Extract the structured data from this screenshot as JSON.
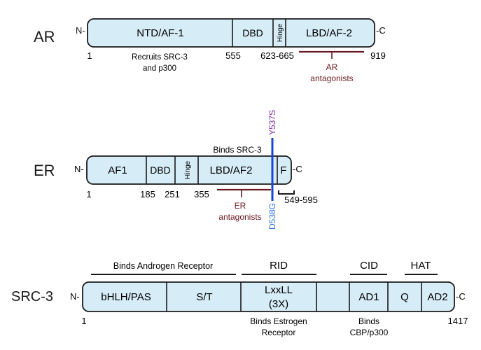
{
  "ar": {
    "name": "AR",
    "n_term": "N-",
    "c_term": "-C",
    "domains": [
      "NTD/AF-1",
      "DBD",
      "Hinge",
      "LBD/AF-2"
    ],
    "positions": [
      "1",
      "555",
      "623-665",
      "919"
    ],
    "note": [
      "Recruits SRC-3",
      "and p300"
    ],
    "antagonists": [
      "AR",
      "antagonists"
    ]
  },
  "er": {
    "name": "ER",
    "n_term": "N-",
    "c_term": "-C",
    "domains": [
      "AF1",
      "DBD",
      "Hinge",
      "LBD/AF2",
      "F"
    ],
    "positions": [
      "1",
      "185",
      "251",
      "355",
      "549-595"
    ],
    "binds_src3": "Binds SRC-3",
    "mutation_top": "Y537S",
    "mutation_bottom": "D538G",
    "antagonists": [
      "ER",
      "antagonists"
    ]
  },
  "src3": {
    "name": "SRC-3",
    "n_term": "N-",
    "c_term": "-C",
    "domains": [
      "bHLH/PAS",
      "S/T",
      "LxxLL",
      "(3X)",
      "AD1",
      "Q",
      "AD2"
    ],
    "positions": [
      "1",
      "1417"
    ],
    "region_ar": "Binds Androgen Receptor",
    "region_rid": "RID",
    "region_cid": "CID",
    "region_hat": "HAT",
    "binds_er": [
      "Binds Estrogen",
      "Receptor"
    ],
    "binds_cbp": [
      "Binds",
      "CBP/p300"
    ]
  },
  "colors": {
    "box_fill": "#d6ecf6",
    "stroke": "#1a1a1a",
    "antagonist": "#6b1a22",
    "y537s": "#7a2a9c",
    "d538g": "#2f6fd6",
    "mutation_line": "#1b44d6"
  }
}
